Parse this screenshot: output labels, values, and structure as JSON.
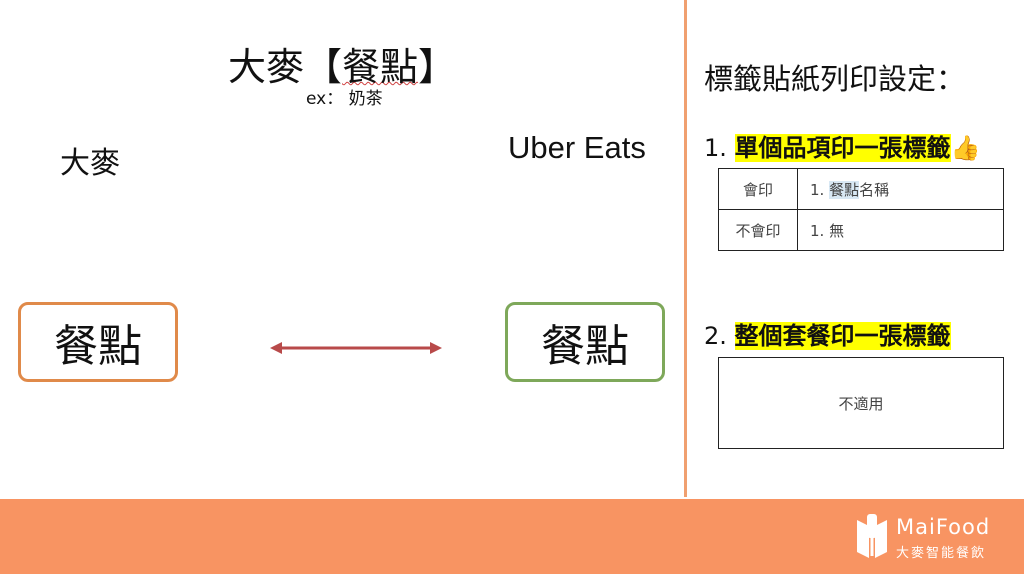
{
  "left": {
    "title_prefix": "大麥【",
    "title_word": "餐點",
    "title_suffix": "】",
    "example": "ex： 奶茶",
    "label_left": "大麥",
    "label_right": "Uber Eats",
    "box_left": "餐點",
    "box_right": "餐點"
  },
  "right": {
    "heading": "標籤貼紙列印設定：",
    "section1": {
      "num": "1.",
      "title": "單個品項印一張標籤",
      "rows": [
        {
          "k": "會印",
          "v_num": "1.",
          "v_hl": "餐點",
          "v_rest": "名稱"
        },
        {
          "k": "不會印",
          "v_num": "1.",
          "v_hl": "",
          "v_rest": "無"
        }
      ]
    },
    "section2": {
      "num": "2.",
      "title": "整個套餐印一張標籤",
      "content": "不適用"
    }
  },
  "footer": {
    "brand": "MaiFood",
    "sub": "大麥智能餐飲"
  },
  "colors": {
    "orange": "#f89462",
    "box_left": "#e08a4a",
    "box_right": "#7ea85a",
    "arrow": "#b84a4a"
  }
}
